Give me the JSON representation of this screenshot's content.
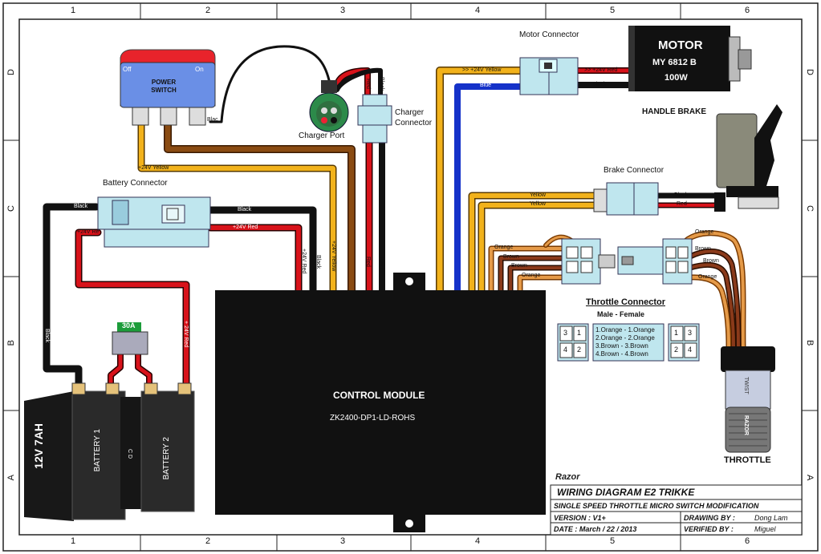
{
  "grid": {
    "columns": [
      "1",
      "2",
      "3",
      "4",
      "5",
      "6"
    ],
    "rows": [
      "D",
      "C",
      "B",
      "A"
    ]
  },
  "components": {
    "power_switch": {
      "label": "POWER SWITCH",
      "off": "Off",
      "on": "On"
    },
    "charger_port": {
      "label": "Charger Port"
    },
    "charger_connector": {
      "label": "Charger Connector"
    },
    "motor_connector": {
      "label": "Motor Connector"
    },
    "motor": {
      "line1": "MOTOR",
      "line2": "MY 6812 B",
      "line3": "100W"
    },
    "handle_brake": {
      "label": "HANDLE BRAKE"
    },
    "brake_connector": {
      "label": "Brake Connector"
    },
    "battery_connector": {
      "label": "Battery  Connector"
    },
    "fuse": {
      "label": "30A"
    },
    "batteries": {
      "spec": "12V  7AH",
      "battery1": "BATTERY 1",
      "battery2": "BATTERY 2",
      "cd": "C D"
    },
    "control_module": {
      "title": "CONTROL MODULE",
      "model": "ZK2400-DP1-LD-ROHS"
    },
    "throttle_connector": {
      "title": "Throttle Connector",
      "subtitle": "Male  -  Female",
      "rows": [
        "1.Orange -  1.Orange",
        "2.Orange -  2.Orange",
        "3.Brown   -  3.Brown",
        "4.Brown   -  4.Brown"
      ],
      "pins_left": [
        "3",
        "1",
        "4",
        "2"
      ],
      "pins_right": [
        "1",
        "3",
        "2",
        "4"
      ]
    },
    "throttle": {
      "label": "THROTTLE",
      "twist": "TWIST",
      "brand": "RAZOR"
    }
  },
  "wire_labels": {
    "black": "Black",
    "blac": "Blac",
    "red": "Red",
    "yellow": "Yellow",
    "blue": "Blue",
    "orange": "Orange",
    "brown": "Brown",
    "plus24_yellow": "+24V Yellow",
    "plus24_red": "+24V Red",
    "plus24_red_v": "+24V Red",
    "plus24_red_battery": "+ 24V Red",
    "plus24_red_short": "+24V Re",
    "motor_yellow": ">> +24V Yellow",
    "motor_red": ">> +24V Red",
    "black_v": "Black"
  },
  "title_block": {
    "logo": "Razor",
    "title": "WIRING DIAGRAM   E2 TRIKKE",
    "subtitle": "SINGLE SPEED THROTTLE MICRO SWITCH MODIFICATION",
    "version_label": "VERSION :  V1+",
    "drawing_label": "DRAWING BY :",
    "drawing_value": "Dong Lam",
    "date_label": "DATE : March / 22 / 2013",
    "verified_label": "VERIFIED BY :",
    "verified_value": "Miguel"
  },
  "colors": {
    "yellow": "#f2b21b",
    "brown": "#8a4b12",
    "red": "#d8121a",
    "black": "#111111",
    "blue": "#1532c9",
    "orange": "#d98838",
    "connector": "#bfe6ee",
    "module": "#111111",
    "switch_red": "#e8232b",
    "switch_blue": "#6a8fe6"
  }
}
